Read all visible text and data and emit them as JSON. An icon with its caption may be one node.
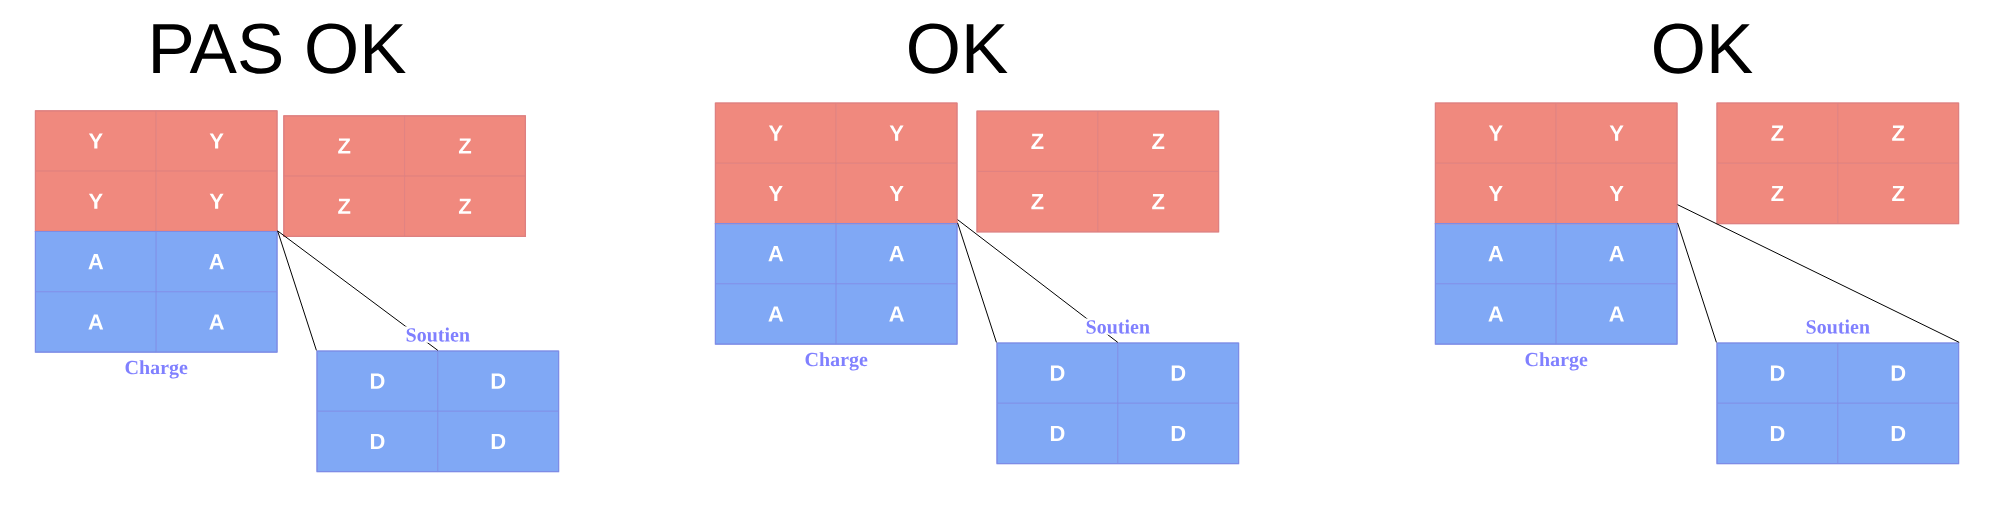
{
  "diagram": {
    "nodes": [
      {
        "text": [],
        "shape": "box"
      },
      {
        "text": [
          "Y"
        ],
        "in": 0
      },
      {
        "text": [
          "Y"
        ],
        "in": 0
      },
      {
        "text": [
          "Y"
        ],
        "in": 0
      },
      {
        "text": [
          "Y"
        ],
        "in": 0
      },
      {
        "text": [],
        "shape": "box"
      },
      {
        "text": [
          "Z"
        ],
        "in": 5
      },
      {
        "text": [
          "Z"
        ],
        "in": 5
      },
      {
        "text": [
          "Z"
        ],
        "in": 5
      },
      {
        "text": [
          "Z"
        ],
        "in": 5
      },
      {
        "text": [],
        "shape": "box",
        "beside": [
          "Charge"
        ]
      },
      {
        "text": [
          "A"
        ],
        "in": 10
      },
      {
        "text": [
          "A"
        ],
        "in": 10
      },
      {
        "text": [
          "A"
        ],
        "in": 10
      },
      {
        "text": [
          "A"
        ],
        "in": 10
      },
      {
        "text": [],
        "shape": "box",
        "beside": [
          "Soutien"
        ]
      },
      {
        "text": [
          "D"
        ],
        "in": 15
      },
      {
        "text": [
          "D"
        ],
        "in": 15
      },
      {
        "text": [
          "D"
        ],
        "in": 15
      },
      {
        "text": [
          "D"
        ],
        "in": 15
      },
      {
        "text": [],
        "shape": "box"
      },
      {
        "text": [
          "Y"
        ],
        "in": 20
      },
      {
        "text": [
          "Y"
        ],
        "in": 20
      },
      {
        "text": [
          "Y"
        ],
        "in": 20
      },
      {
        "text": [
          "Y"
        ],
        "in": 20
      },
      {
        "text": [],
        "shape": "box"
      },
      {
        "text": [
          "Z"
        ],
        "in": 25
      },
      {
        "text": [
          "Z"
        ],
        "in": 25
      },
      {
        "text": [
          "Z"
        ],
        "in": 25
      },
      {
        "text": [
          "Z"
        ],
        "in": 25
      },
      {
        "text": [],
        "shape": "box",
        "beside": [
          "Charge"
        ]
      },
      {
        "text": [
          "A"
        ],
        "in": 30
      },
      {
        "text": [
          "A"
        ],
        "in": 30
      },
      {
        "text": [
          "A"
        ],
        "in": 30
      },
      {
        "text": [
          "A"
        ],
        "in": 30
      },
      {
        "text": [],
        "shape": "box",
        "beside": [
          "Soutien"
        ]
      },
      {
        "text": [
          "D"
        ],
        "in": 35
      },
      {
        "text": [
          "D"
        ],
        "in": 35
      },
      {
        "text": [
          "D"
        ],
        "in": 35
      },
      {
        "text": [
          "D"
        ],
        "in": 35
      },
      {
        "text": [],
        "shape": "box"
      },
      {
        "text": [
          "Y"
        ],
        "in": 40
      },
      {
        "text": [
          "Y"
        ],
        "in": 40
      },
      {
        "text": [
          "Y"
        ],
        "in": 40
      },
      {
        "text": [
          "Y"
        ],
        "in": 40
      },
      {
        "text": [],
        "shape": "box"
      },
      {
        "text": [
          "Z"
        ],
        "in": 45
      },
      {
        "text": [
          "Z"
        ],
        "in": 45
      },
      {
        "text": [
          "Z"
        ],
        "in": 45
      },
      {
        "text": [
          "Z"
        ],
        "in": 45
      },
      {
        "text": [],
        "shape": "box",
        "beside": [
          "Charge"
        ]
      },
      {
        "text": [
          "A"
        ],
        "in": 50
      },
      {
        "text": [
          "A"
        ],
        "in": 50
      },
      {
        "text": [
          "A"
        ],
        "in": 50
      },
      {
        "text": [
          "A"
        ],
        "in": 50
      },
      {
        "text": [],
        "shape": "box",
        "beside": [
          "Soutien"
        ]
      },
      {
        "text": [
          "D"
        ],
        "in": 55
      },
      {
        "text": [
          "D"
        ],
        "in": 55
      },
      {
        "text": [
          "D"
        ],
        "in": 55
      },
      {
        "text": [
          "D"
        ],
        "in": 55
      }
    ],
    "edges": [
      {
        "from": 10,
        "to": 15,
        "arrow": "none"
      },
      {
        "from": 10,
        "to": 15,
        "arrow": "none"
      },
      {
        "from": 20,
        "to": 35,
        "arrow": "none"
      },
      {
        "from": 30,
        "to": 35,
        "arrow": "none"
      },
      {
        "from": 40,
        "to": 55,
        "arrow": "none"
      },
      {
        "from": 50,
        "to": 55,
        "arrow": "none"
      }
    ],
    "labels": [
      "PAS OK",
      "OK",
      "OK"
    ]
  }
}
